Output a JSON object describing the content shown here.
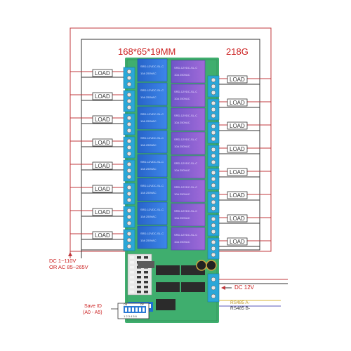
{
  "diagram": {
    "dimensions": "168*65*19MM",
    "weight": "218G",
    "load_label": "LOAD",
    "power_label_line1": "DC 1~110V",
    "power_label_line2": "OR AC 85~265V",
    "dc_input_label": "DC 12V",
    "rs485_a_label": "RS485 A-",
    "rs485_b_label": "RS485 B-",
    "save_id_line1": "Save ID",
    "save_id_line2": "(A0 - A5)",
    "dip_on_label": "ON",
    "dip_dp_label": "DP",
    "dip_numbers": "1 2 3 4 5 6",
    "relay_marking_left": "SRD-12VDC-SL-C",
    "relay_marking_right": "10A 250VAC"
  },
  "colors": {
    "board_green": "#3fae6e",
    "relay_blue": "#2e6fd8",
    "relay_purple": "#8a63d2",
    "terminal_blue": "#2aa7d8",
    "wire_red": "#c0383c",
    "wire_black": "#333333",
    "title_red": "#cc2222",
    "rs485_yellow": "#d7b53a"
  },
  "icons": {
    "arrow": "arrow-icon"
  }
}
